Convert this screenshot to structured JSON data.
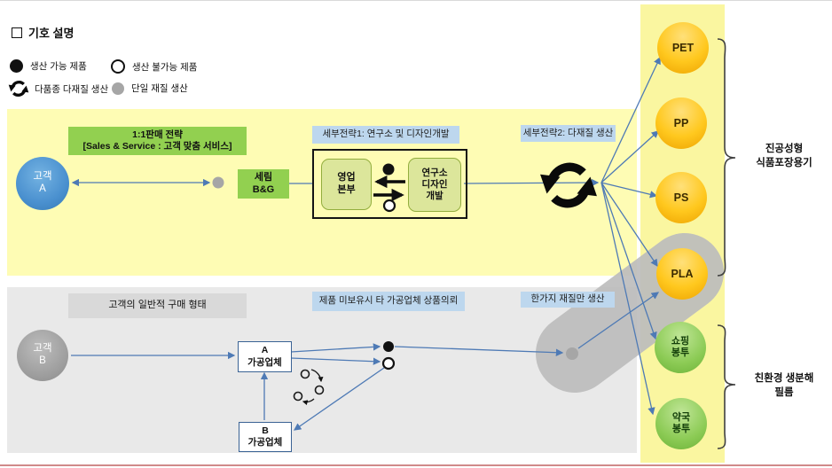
{
  "legend": {
    "title": "기호 설명",
    "items": [
      {
        "icon": "filled-dot-icon",
        "label": "생산 가능 제품"
      },
      {
        "icon": "open-dot-icon",
        "label": "생산 불가능 제품"
      },
      {
        "icon": "multi-material-sync-icon",
        "label": "다품종 다재질 생산"
      },
      {
        "icon": "gray-dot-icon",
        "label": "단일 재질 생산"
      }
    ]
  },
  "top_flow": {
    "customer_a": "고객\nA",
    "strategy_label": "1:1판매 전략\n[Sales & Service : 고객 맞춤 서비스]",
    "serim": "세림\nB&G",
    "strategy1_label": "세부전략1: 연구소 및 디자인개발",
    "sales_hq": "영업\n본부",
    "rnd": "연구소\n디자인\n개발",
    "strategy2_label": "세부전략2: 다재질 생산"
  },
  "bottom_flow": {
    "customer_b": "고객\nB",
    "purchase_label": "고객의 일반적 구매 형태",
    "outsourcing_label": "제품 미보유시  타 가공업체 상품의뢰",
    "single_material_label": "한가지 재질만 생산",
    "processor_a": "A\n가공업체",
    "processor_b": "B\n가공업체"
  },
  "products": {
    "gold": [
      "PET",
      "PP",
      "PS",
      "PLA"
    ],
    "green": [
      "쇼핑\n봉투",
      "약국\n봉투"
    ]
  },
  "groups": {
    "vacuum": "진공성형\n식품포장용기",
    "eco": "친환경 생분해\n필름"
  },
  "colors": {
    "band_yellow": "#fefcb4",
    "column_yellow": "#faf6a0",
    "band_gray": "#e9e9e9",
    "accent_green": "#92d050",
    "label_blue": "#bdd7ee",
    "gold_circle": "#ffc81e",
    "green_circle": "#8ccb55",
    "arrow_blue": "#4e7ab5",
    "capsule_gray": "#bdbdbd"
  }
}
